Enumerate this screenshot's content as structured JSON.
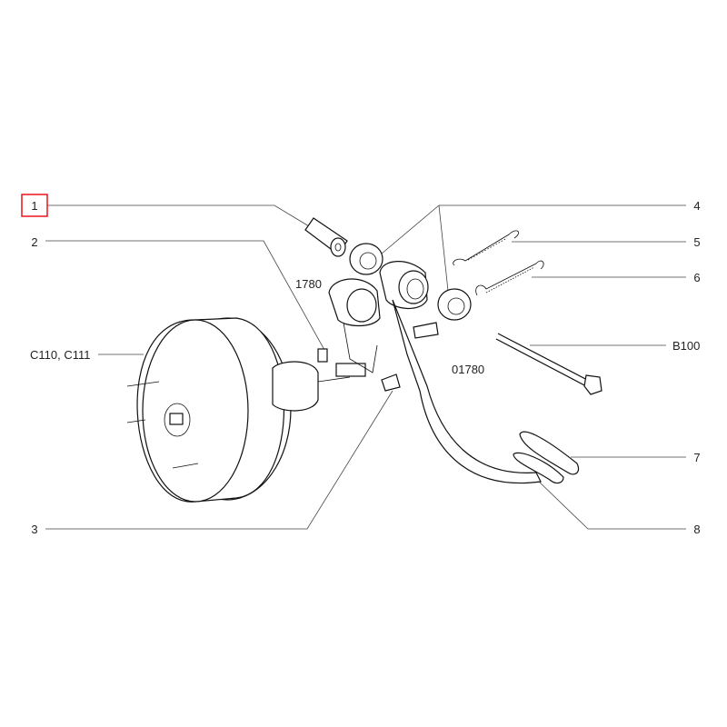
{
  "diagram": {
    "callouts": [
      {
        "id": "1",
        "label": "1",
        "selected": true
      },
      {
        "id": "2",
        "label": "2"
      },
      {
        "id": "3",
        "label": "3"
      },
      {
        "id": "4",
        "label": "4"
      },
      {
        "id": "5",
        "label": "5"
      },
      {
        "id": "6",
        "label": "6"
      },
      {
        "id": "7",
        "label": "7"
      },
      {
        "id": "8",
        "label": "8"
      }
    ],
    "references": {
      "booster": "C110, C111",
      "bolt": "B100",
      "bracket_left": "1780",
      "bracket_right": "01780"
    },
    "highlight_color": "#e8141c"
  }
}
